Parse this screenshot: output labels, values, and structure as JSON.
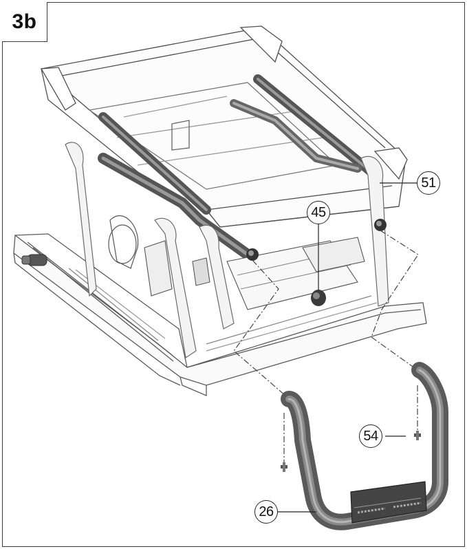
{
  "figure": {
    "step_label": "3b",
    "callouts": {
      "c51": "51",
      "c45": "45",
      "c54": "54",
      "c26": "26"
    },
    "icons": {
      "saw_stand": "saw-stand-assembly-icon",
      "handle": "carry-handle-icon",
      "screw": "screw-icon"
    },
    "colors": {
      "line": "#4a4a4a",
      "tube": "#6e6e6e",
      "tube_highlight": "#9a9a9a",
      "background": "#ffffff"
    }
  }
}
